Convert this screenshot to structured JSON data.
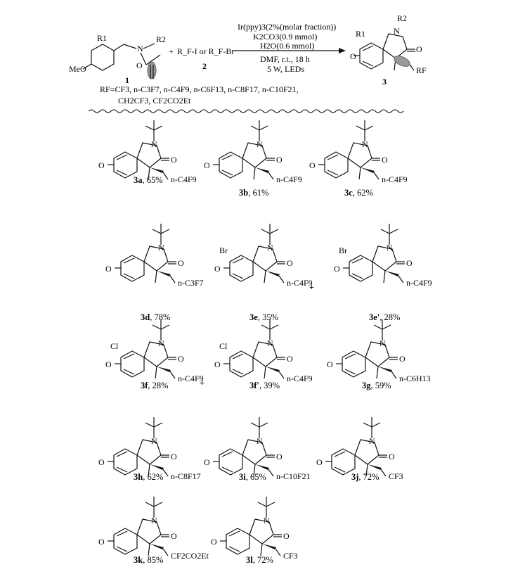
{
  "scheme": {
    "reactant1_label": "1",
    "reactant2_label": "2",
    "product_label": "3",
    "reactant2_text": "R_F-I or R_F-Br",
    "methoxy_label": "MeO",
    "conditions": [
      "Ir(ppy)3(2%(molar fraction))",
      "K2CO3(0.9 mmol)",
      "H2O(0.6 mmol)",
      "DMF, r.t., 18 h",
      "5 W, LEDs"
    ],
    "rf_list_line1": "RF=CF3, n-C3F7, n-C4F9, n-C6F13, n-C8F17, n-C10F21,",
    "rf_list_line2": "CH2CF3, CF2CO2Et"
  },
  "products": [
    {
      "id": "3a",
      "yield": "65%",
      "chain": "n-C4F9"
    },
    {
      "id": "3b",
      "yield": "61%",
      "chain": "n-C4F9"
    },
    {
      "id": "3c",
      "yield": "62%",
      "chain": "n-C4F9"
    },
    {
      "id": "3d",
      "yield": "78%",
      "chain": "n-C3F7"
    },
    {
      "id": "3e",
      "yield": "35%",
      "chain": "n-C4F9",
      "halogen": "Br"
    },
    {
      "id": "3e'",
      "yield": "28%",
      "chain": "n-C4F9",
      "halogen": "Br"
    },
    {
      "id": "3f",
      "yield": "28%",
      "chain": "n-C4F9",
      "halogen": "Cl"
    },
    {
      "id": "3f'",
      "yield": "39%",
      "chain": "n-C4F9",
      "halogen": "Cl"
    },
    {
      "id": "3g",
      "yield": "59%",
      "chain": "n-C6H13"
    },
    {
      "id": "3h",
      "yield": "62%",
      "chain": "n-C8F17"
    },
    {
      "id": "3i",
      "yield": "65%",
      "chain": "n-C10F21"
    },
    {
      "id": "3j",
      "yield": "72%",
      "chain": "CF3"
    },
    {
      "id": "3k",
      "yield": "85%",
      "chain": "CF2CO2Et"
    },
    {
      "id": "3l",
      "yield": "72%",
      "chain": "CF3"
    }
  ],
  "atoms": {
    "N": "N",
    "O": "O",
    "R1": "R1",
    "R2": "R2",
    "RF": "RF",
    "plus": "+"
  }
}
